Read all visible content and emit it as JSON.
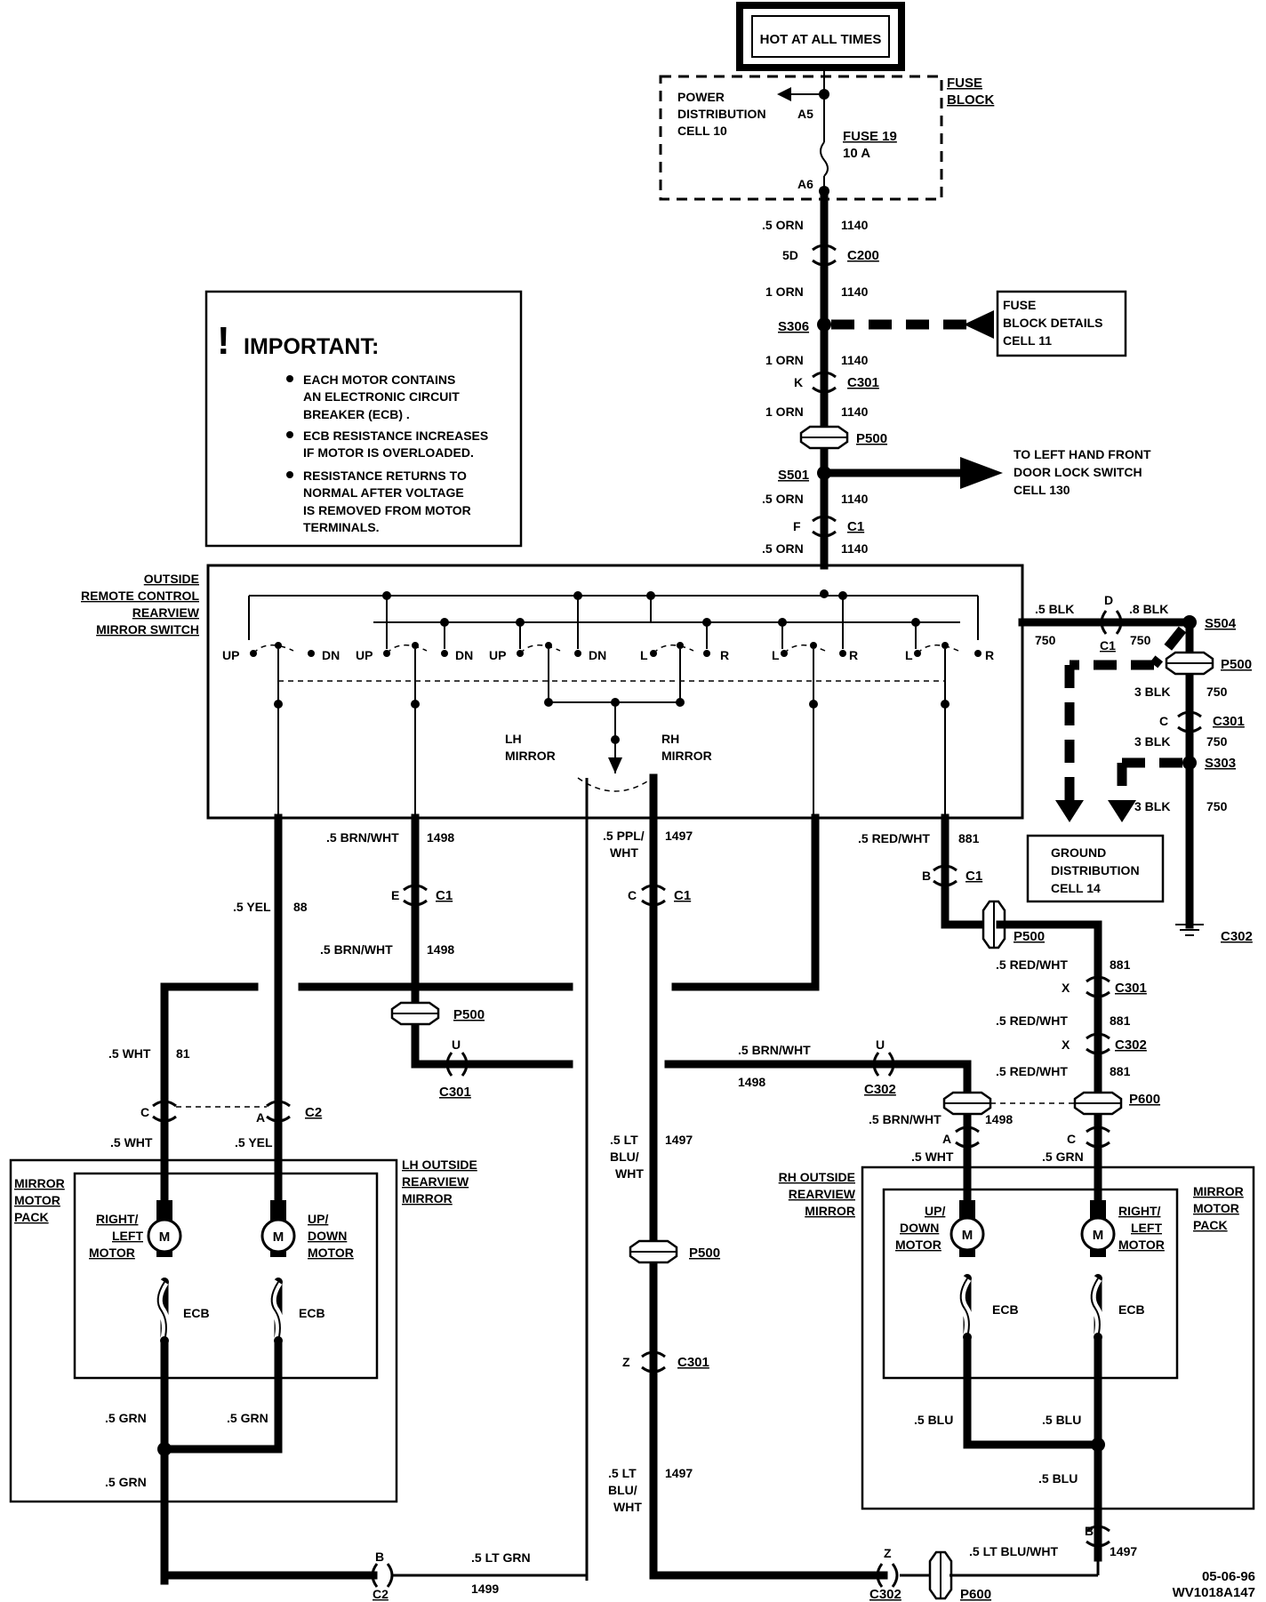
{
  "header": {
    "hot_label": "HOT AT ALL TIMES"
  },
  "fuse_block": {
    "title_1": "FUSE",
    "title_2": "BLOCK",
    "power_dist_1": "POWER",
    "power_dist_2": "DISTRIBUTION",
    "power_dist_3": "CELL 10",
    "a5": "A5",
    "a6": "A6",
    "fuse_name": "FUSE 19",
    "fuse_rating": "10 A"
  },
  "wires": {
    "w1_gauge": ".5 ORN",
    "w1_circ": "1140",
    "c200_pin": "5D",
    "c200": "C200",
    "w2_gauge": "1 ORN",
    "w2_circ": "1140",
    "s306": "S306",
    "w3_gauge": "1 ORN",
    "w3_circ": "1140",
    "c301_pin": "K",
    "c301": "C301",
    "w4_gauge": "1 ORN",
    "w4_circ": "1140",
    "p500": "P500",
    "s501": "S501",
    "w5_gauge": ".5 ORN",
    "w5_circ": "1140",
    "c1_pin": "F",
    "c1": "C1",
    "w6_gauge": ".5 ORN",
    "w6_circ": "1140"
  },
  "fuse_details": {
    "l1": "FUSE",
    "l2": "BLOCK DETAILS",
    "l3": "CELL 11"
  },
  "door_lock": {
    "l1": "TO LEFT HAND FRONT",
    "l2": "DOOR LOCK SWITCH",
    "l3": "CELL 130"
  },
  "important": {
    "mark": "!",
    "title": "IMPORTANT:",
    "b1_1": "EACH MOTOR CONTAINS",
    "b1_2": "AN ELECTRONIC CIRCUIT",
    "b1_3": "BREAKER (ECB) .",
    "b2_1": "ECB RESISTANCE INCREASES",
    "b2_2": "IF MOTOR IS OVERLOADED.",
    "b3_1": "RESISTANCE RETURNS TO",
    "b3_2": "NORMAL AFTER VOLTAGE",
    "b3_3": "IS REMOVED FROM MOTOR",
    "b3_4": "TERMINALS."
  },
  "switch": {
    "title_1": "OUTSIDE",
    "title_2": "REMOTE CONTROL",
    "title_3": "REARVIEW",
    "title_4": "MIRROR SWITCH",
    "up": "UP",
    "dn": "DN",
    "l": "L",
    "r": "R",
    "lh_1": "LH",
    "lh_2": "MIRROR",
    "rh_1": "RH",
    "rh_2": "MIRROR"
  },
  "ground_side": {
    "blk1_gauge": ".5 BLK",
    "blk1_circ": "750",
    "d_pin": "D",
    "c1": "C1",
    "blk2_gauge": ".8 BLK",
    "blk2_circ": "750",
    "s504": "S504",
    "p500": "P500",
    "blk3_gauge": "3 BLK",
    "blk3_circ": "750",
    "c_pin": "C",
    "c301": "C301",
    "blk4_gauge": "3 BLK",
    "blk4_circ": "750",
    "s303": "S303",
    "blk5_gauge": "3 BLK",
    "blk5_circ": "750",
    "c302": "C302",
    "gd_1": "GROUND",
    "gd_2": "DISTRIBUTION",
    "gd_3": "CELL 14"
  },
  "lh_circuits": {
    "brn_gauge": ".5 BRN/WHT",
    "brn_circ": "1498",
    "e_pin": "E",
    "c1": "C1",
    "brn2_gauge": ".5 BRN/WHT",
    "brn2_circ": "1498",
    "p500": "P500",
    "u_pin": "U",
    "c301": "C301",
    "yel_gauge": ".5 YEL",
    "yel_circ": "88",
    "wht_gauge": ".5 WHT",
    "wht_circ": "81",
    "c_pin": "C",
    "a_pin": "A",
    "c2": "C2",
    "wht2": ".5 WHT",
    "yel2": ".5 YEL"
  },
  "center": {
    "ppl_1": ".5 PPL/",
    "ppl_2": "WHT",
    "ppl_circ": "1497",
    "c_pin": "C",
    "c1": "C1",
    "brn_gauge": ".5 BRN/WHT",
    "brn_circ": "1498",
    "u_pin": "U",
    "c302": "C302",
    "ltblu_1": ".5 LT",
    "ltblu_2": "BLU/",
    "ltblu_3": "WHT",
    "ltblu_circ": "1497",
    "p500": "P500",
    "z_pin": "Z",
    "c301": "C301",
    "ltblu2_1": ".5 LT",
    "ltblu2_2": "BLU/",
    "ltblu2_3": "WHT",
    "ltblu2_circ": "1497"
  },
  "rh_circuits": {
    "red_gauge": ".5 RED/WHT",
    "red_circ": "881",
    "b_pin": "B",
    "c1": "C1",
    "p500": "P500",
    "red2_gauge": ".5 RED/WHT",
    "red2_circ": "881",
    "x_pin": "X",
    "c301": "C301",
    "red3_gauge": ".5 RED/WHT",
    "red3_circ": "881",
    "x2_pin": "X",
    "c302": "C302",
    "red4_gauge": ".5 RED/WHT",
    "red4_circ": "881",
    "p600": "P600",
    "brn_gauge": ".5 BRN/WHT",
    "brn_circ": "1498",
    "a_pin": "A",
    "c_pin": "C",
    "wht": ".5 WHT",
    "grn": ".5 GRN"
  },
  "lh_mirror": {
    "title_1": "LH OUTSIDE",
    "title_2": "REARVIEW",
    "title_3": "MIRROR",
    "pack_1": "MIRROR",
    "pack_2": "MOTOR",
    "pack_3": "PACK",
    "m1_1": "RIGHT/",
    "m1_2": "LEFT",
    "m1_3": "MOTOR",
    "m2_1": "UP/",
    "m2_2": "DOWN",
    "m2_3": "MOTOR",
    "m": "M",
    "ecb": "ECB",
    "grn1": ".5 GRN",
    "grn2": ".5 GRN",
    "grn3": ".5 GRN"
  },
  "rh_mirror": {
    "title_1": "RH OUTSIDE",
    "title_2": "REARVIEW",
    "title_3": "MIRROR",
    "pack_1": "MIRROR",
    "pack_2": "MOTOR",
    "pack_3": "PACK",
    "m1_1": "UP/",
    "m1_2": "DOWN",
    "m1_3": "MOTOR",
    "m2_1": "RIGHT/",
    "m2_2": "LEFT",
    "m2_3": "MOTOR",
    "m": "M",
    "ecb": "ECB",
    "blu1": ".5 BLU",
    "blu2": ".5 BLU",
    "blu3": ".5 BLU"
  },
  "bottom": {
    "b_pin": "B",
    "c2": "C2",
    "ltgrn_gauge": ".5 LT GRN",
    "ltgrn_circ": "1499",
    "z_pin": "Z",
    "c302": "C302",
    "p600": "P600",
    "ltblu_gauge": ".5 LT BLU/WHT",
    "ltblu_circ": "1497",
    "b2_pin": "B",
    "date": "05-06-96",
    "code": "WV1018A147"
  }
}
